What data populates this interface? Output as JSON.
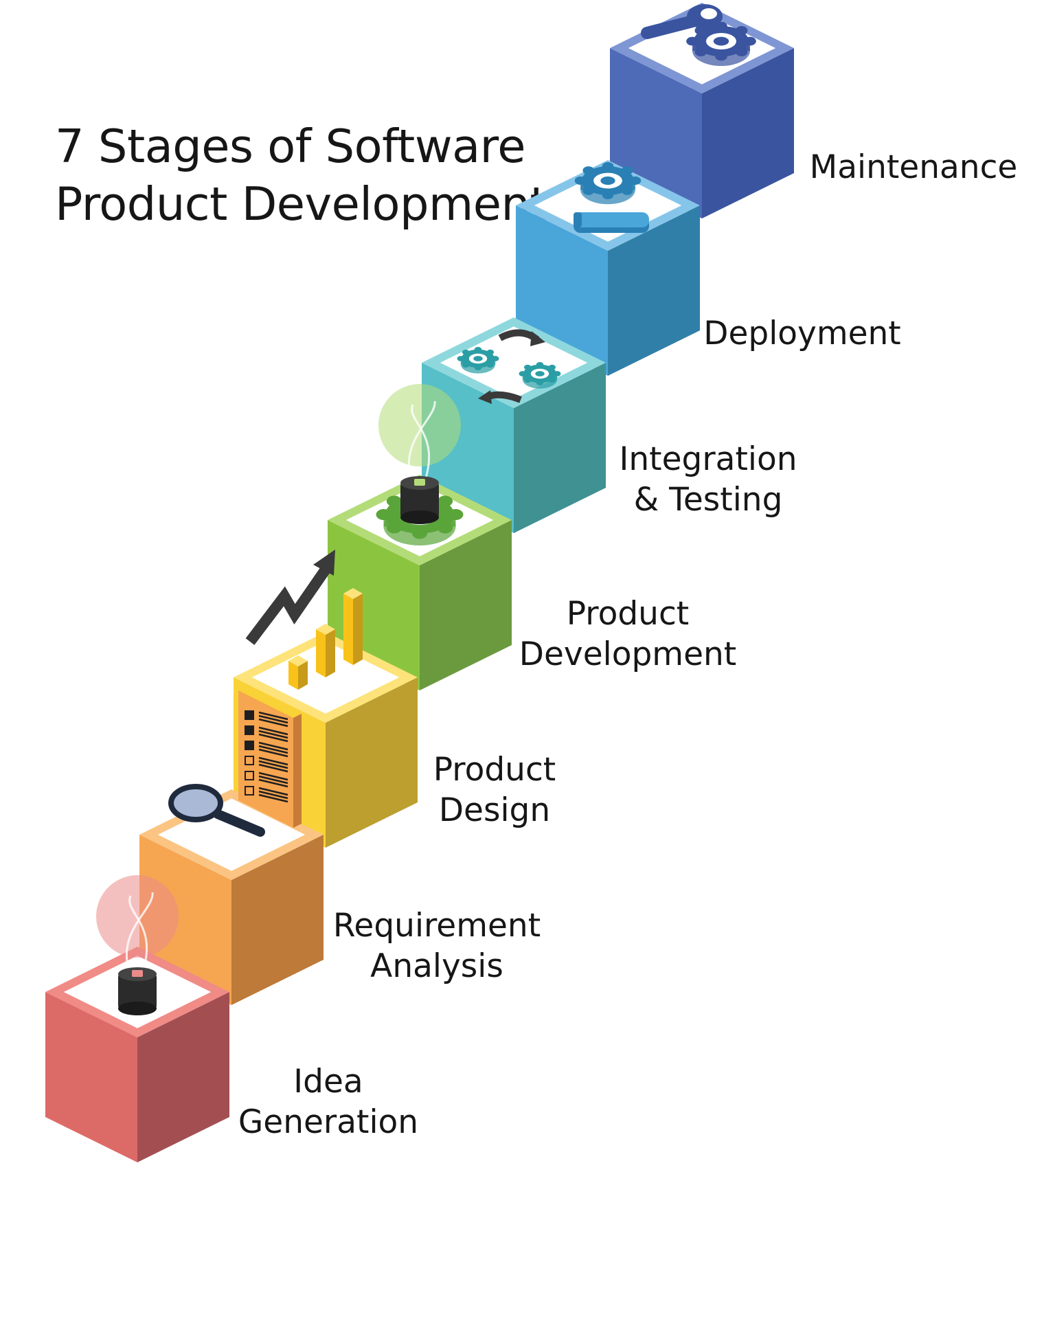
{
  "title": {
    "line1": "7 Stages of Software",
    "line2": "Product Development"
  },
  "stages": [
    {
      "line1": "Idea",
      "line2": "Generation",
      "icon": "lightbulb-icon",
      "top": "#ffffff",
      "left": "#dc6b68",
      "right": "#a34f52",
      "rim": "#f08b86"
    },
    {
      "line1": "Requirement",
      "line2": "Analysis",
      "icon": "magnifier-checklist-icon",
      "top": "#ffffff",
      "left": "#f6a551",
      "right": "#bd7a38",
      "rim": "#fbc482"
    },
    {
      "line1": "Product",
      "line2": "Design",
      "icon": "bar-chart-growth-icon",
      "top": "#ffffff",
      "left": "#f9d237",
      "right": "#bc9f2f",
      "rim": "#fde37a"
    },
    {
      "line1": "Product",
      "line2": "Development",
      "icon": "lightbulb-gear-icon",
      "top": "#ffffff",
      "left": "#8bc53f",
      "right": "#6a9a3d",
      "rim": "#b3dc79"
    },
    {
      "line1": "Integration",
      "line2": "& Testing",
      "icon": "gears-cycle-icon",
      "top": "#ffffff",
      "left": "#56bfc8",
      "right": "#3f9192",
      "rim": "#8ed8dd"
    },
    {
      "line1": "",
      "line2": "Deployment",
      "icon": "gear-progress-icon",
      "top": "#ffffff",
      "left": "#4aa5d9",
      "right": "#307fa8",
      "rim": "#86c5ea"
    },
    {
      "line1": "",
      "line2": "Maintenance",
      "icon": "wrench-gear-icon",
      "top": "#ffffff",
      "left": "#4e6bb8",
      "right": "#3a54a0",
      "rim": "#7f96d4"
    }
  ]
}
